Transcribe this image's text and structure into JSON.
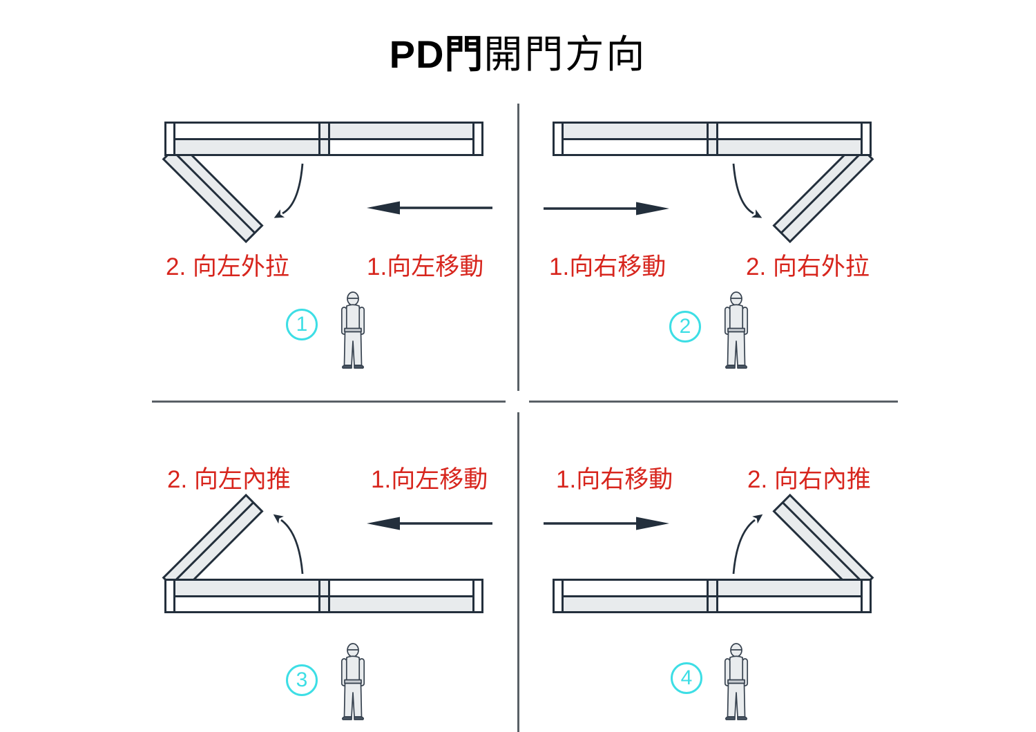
{
  "title": {
    "bold": "PD門",
    "regular": "開門方向"
  },
  "quadrants": [
    {
      "number": "1",
      "left_label": "2. 向左外拉",
      "right_label": "1.向左移動"
    },
    {
      "number": "2",
      "left_label": "1.向右移動",
      "right_label": "2. 向右外拉"
    },
    {
      "number": "3",
      "left_label": "2. 向左內推",
      "right_label": "1.向左移動"
    },
    {
      "number": "4",
      "left_label": "1.向右移動",
      "right_label": "2. 向右內推"
    }
  ],
  "icons": {
    "person": "worker-figure-back-view",
    "slide_arrow": "straight-arrow",
    "swing_arrow": "curved-arrow"
  },
  "colors": {
    "navy": "#232f3c",
    "panel": "#e8ebed",
    "red": "#d7251d",
    "cyan": "#3ddee5",
    "divider": "#596066",
    "belt": "#c9ced3",
    "shoe": "#4a5663"
  }
}
